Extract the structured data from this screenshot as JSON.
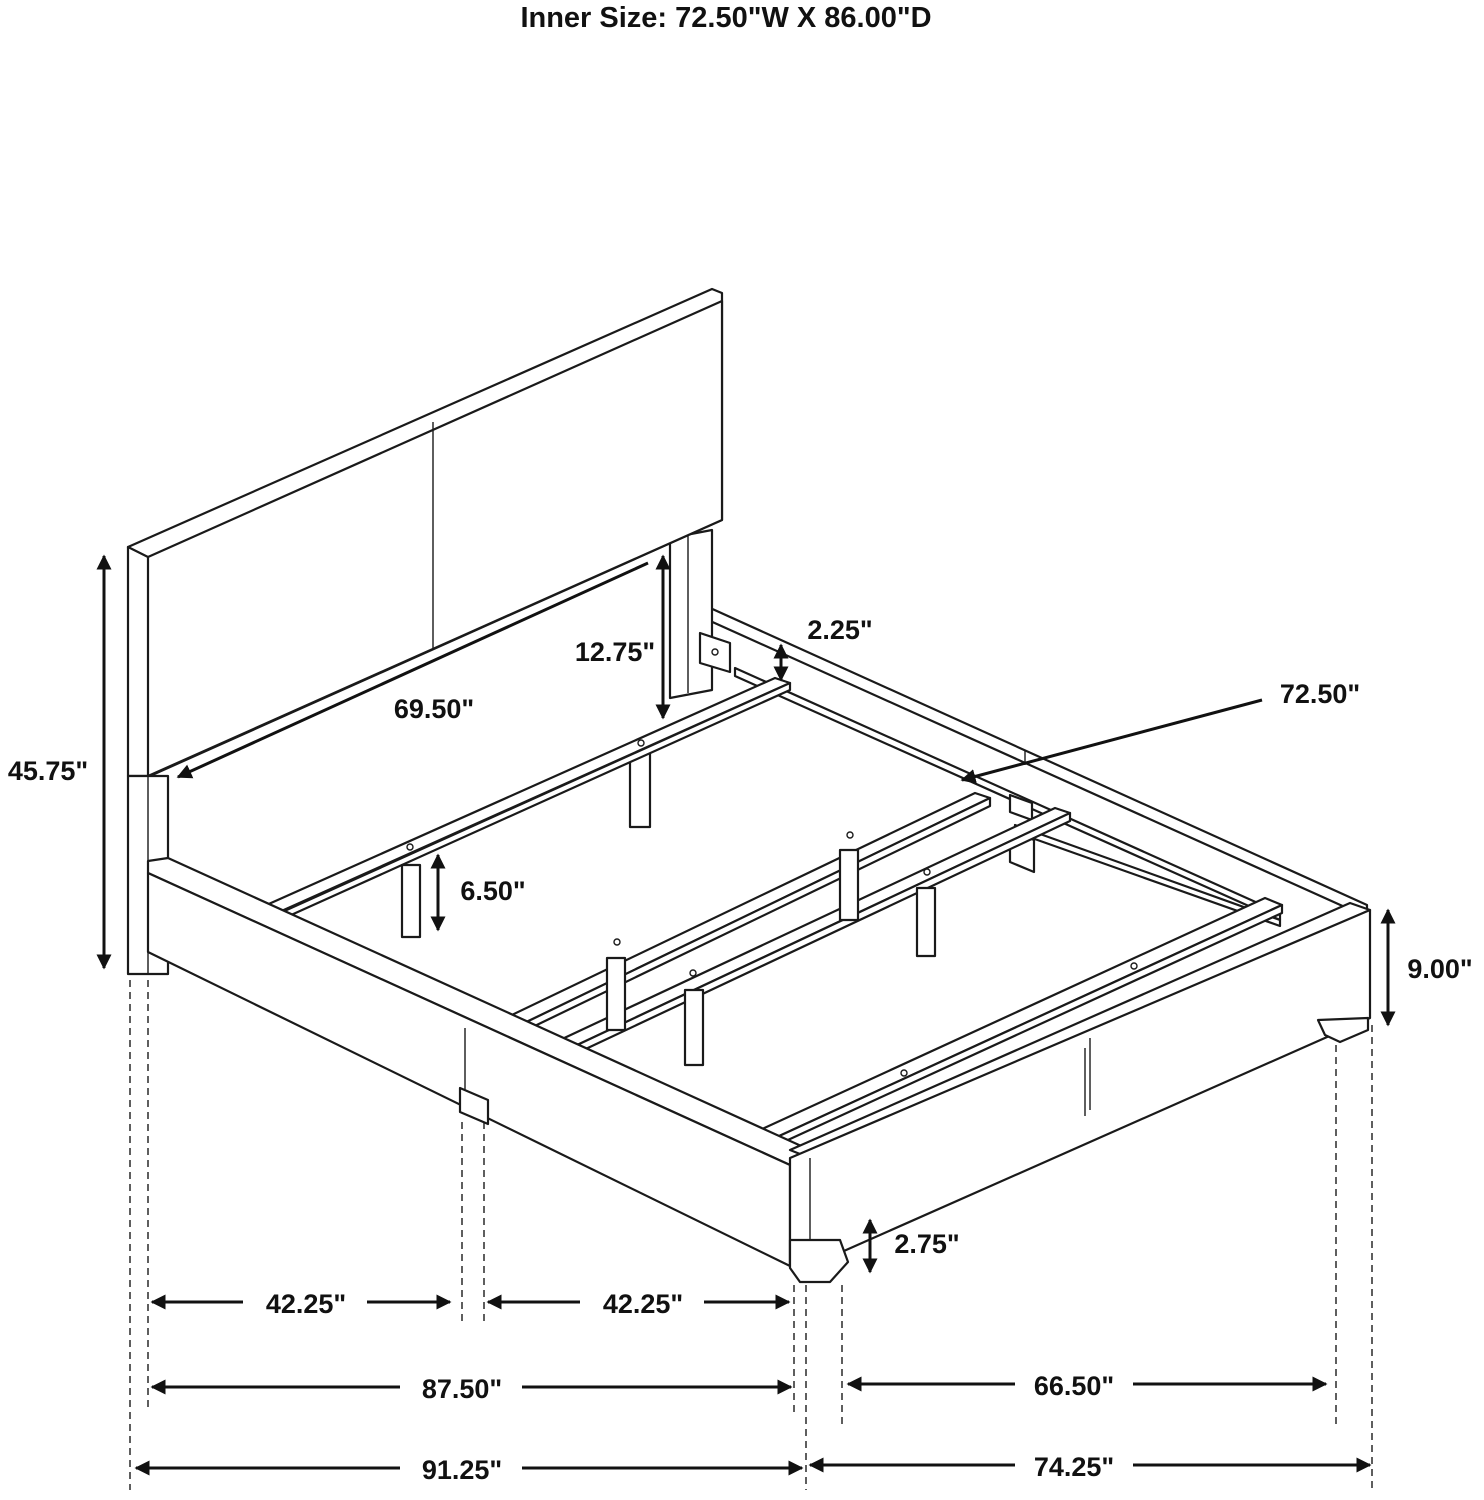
{
  "title": "Inner Size: 72.50\"W X 86.00\"D",
  "dimensions": {
    "headboard_height": "45.75\"",
    "headboard_inner_width": "69.50\"",
    "headboard_panel_height": "12.75\"",
    "rail_height": "2.25\"",
    "slat_length": "72.50\"",
    "center_leg_height": "6.50\"",
    "frame_height": "9.00\"",
    "leg_height": "2.75\"",
    "side_half_left": "42.25\"",
    "side_half_right": "42.25\"",
    "inner_length": "87.50\"",
    "inner_width": "66.50\"",
    "overall_length": "91.25\"",
    "overall_width": "74.25\""
  }
}
